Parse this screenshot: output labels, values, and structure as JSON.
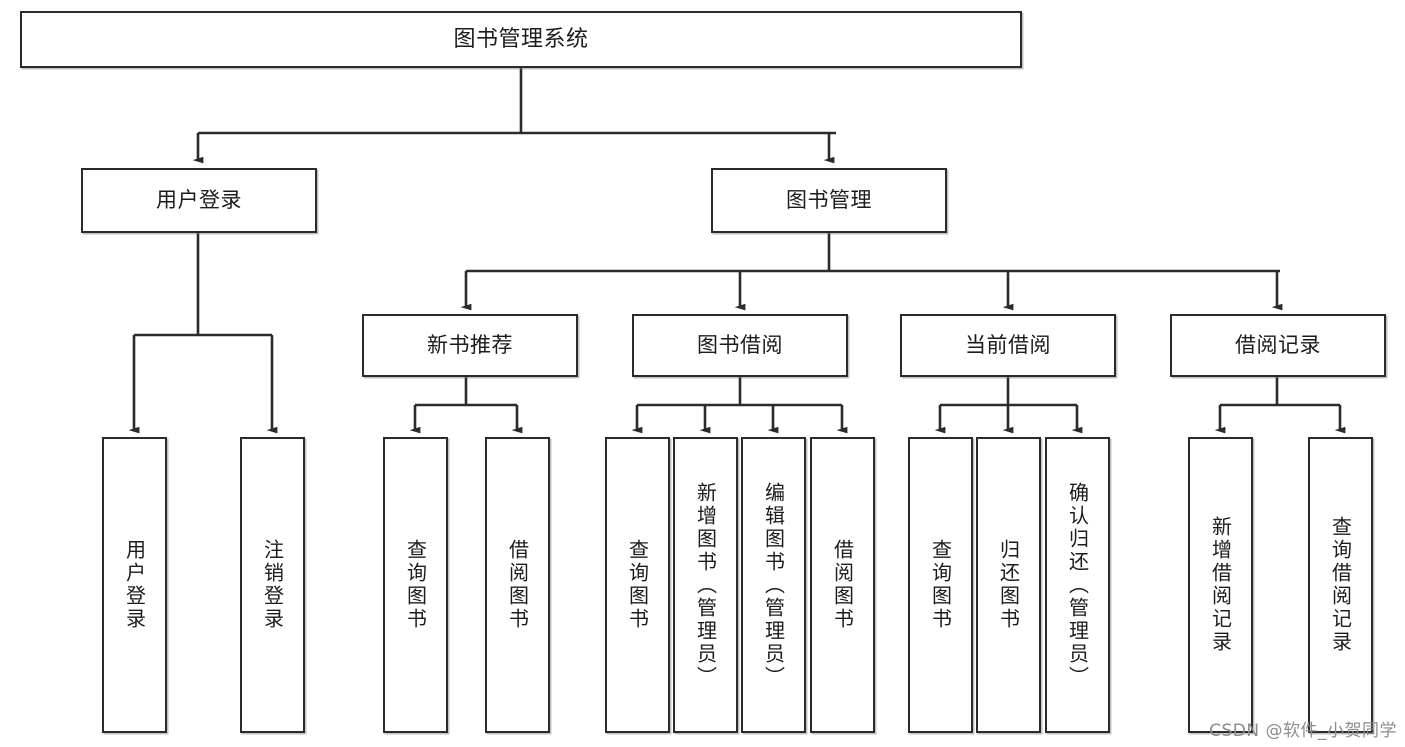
{
  "diagram": {
    "title": "图书管理系统",
    "type": "tree-hierarchy",
    "watermark": "CSDN @软件_小贺同学",
    "colors": {
      "stroke": "#2b2b2b",
      "fill": "#ffffff",
      "text": "#1c1c1c",
      "watermark": "#8d8d8d"
    },
    "levels": {
      "root": {
        "label": "图书管理系统"
      },
      "level2": [
        {
          "id": "user-login",
          "label": "用户登录"
        },
        {
          "id": "book-management",
          "label": "图书管理"
        }
      ],
      "level3": [
        {
          "id": "new-book-recommend",
          "label": "新书推荐",
          "parent": "book-management"
        },
        {
          "id": "book-borrow",
          "label": "图书借阅",
          "parent": "book-management"
        },
        {
          "id": "current-borrow",
          "label": "当前借阅",
          "parent": "book-management"
        },
        {
          "id": "borrow-record",
          "label": "借阅记录",
          "parent": "book-management"
        }
      ],
      "leaves": [
        {
          "id": "leaf-user-login",
          "label": "用户登录",
          "parent": "user-login"
        },
        {
          "id": "leaf-logout",
          "label": "注销登录",
          "parent": "user-login"
        },
        {
          "id": "leaf-query-book-1",
          "label": "查询图书",
          "parent": "new-book-recommend"
        },
        {
          "id": "leaf-borrow-book-1",
          "label": "借阅图书",
          "parent": "new-book-recommend"
        },
        {
          "id": "leaf-query-book-2",
          "label": "查询图书",
          "parent": "book-borrow"
        },
        {
          "id": "leaf-add-book",
          "label": "新增图书（管理员）",
          "parent": "book-borrow"
        },
        {
          "id": "leaf-edit-book",
          "label": "编辑图书（管理员）",
          "parent": "book-borrow"
        },
        {
          "id": "leaf-borrow-book-2",
          "label": "借阅图书",
          "parent": "book-borrow"
        },
        {
          "id": "leaf-query-book-3",
          "label": "查询图书",
          "parent": "current-borrow"
        },
        {
          "id": "leaf-return-book",
          "label": "归还图书",
          "parent": "current-borrow"
        },
        {
          "id": "leaf-confirm-return",
          "label": "确认归还（管理员）",
          "parent": "current-borrow"
        },
        {
          "id": "leaf-add-record",
          "label": "新增借阅记录",
          "parent": "borrow-record"
        },
        {
          "id": "leaf-query-record",
          "label": "查询借阅记录",
          "parent": "borrow-record"
        }
      ]
    }
  }
}
